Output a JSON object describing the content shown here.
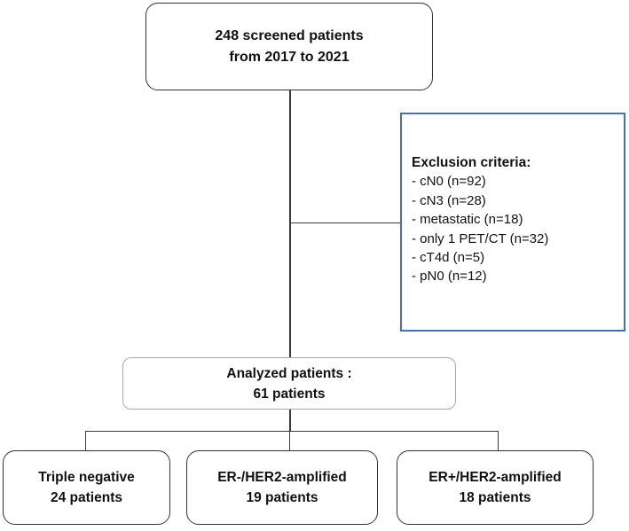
{
  "screened": {
    "line1": "248 screened patients",
    "line2": "from 2017 to 2021"
  },
  "exclusion": {
    "title": "Exclusion criteria:",
    "items": [
      "- cN0 (n=92)",
      "- cN3 (n=28)",
      "- metastatic (n=18)",
      "- only 1 PET/CT (n=32)",
      "- cT4d (n=5)",
      "- pN0 (n=12)"
    ]
  },
  "analyzed": {
    "line1": "Analyzed patients :",
    "line2": "61 patients"
  },
  "groups": [
    {
      "name": "Triple negative",
      "count": "24 patients"
    },
    {
      "name": "ER-/HER2-amplified",
      "count": "19 patients"
    },
    {
      "name": "ER+/HER2-amplified",
      "count": "18 patients"
    }
  ]
}
